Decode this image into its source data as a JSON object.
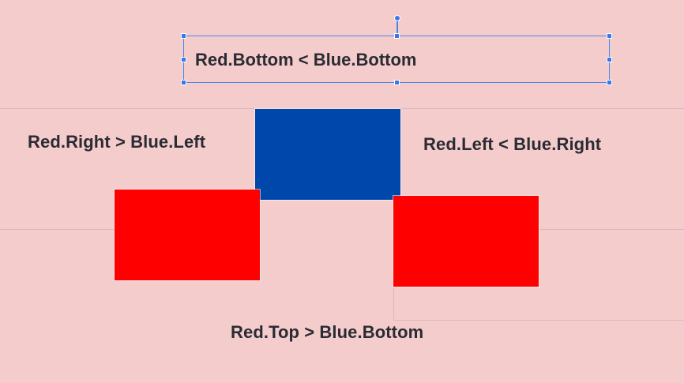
{
  "canvas": {
    "background": "#f4cccc"
  },
  "shapes": {
    "blue": {
      "color": "#0047ab"
    },
    "red": {
      "color": "#ff0000"
    }
  },
  "labels": {
    "top": "Red.Bottom < Blue.Bottom",
    "left": "Red.Right > Blue.Left",
    "right": "Red.Left < Blue.Right",
    "bottom": "Red.Top > Blue.Bottom"
  },
  "selection": {
    "color": "#4a86e8"
  }
}
